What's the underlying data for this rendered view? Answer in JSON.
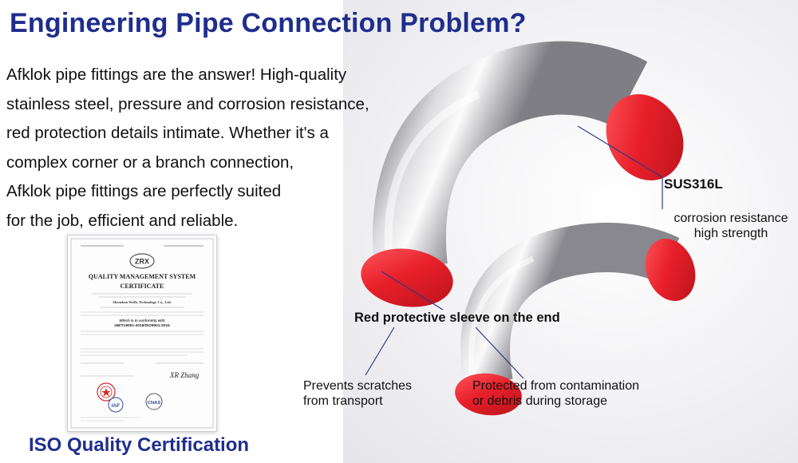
{
  "title": "Engineering Pipe Connection Problem?",
  "intro_lines": [
    "Afklok pipe fittings are the answer! High-quality",
    "stainless steel, pressure and corrosion resistance,",
    "red protection details intimate. Whether it's a",
    "complex corner or a branch connection,",
    "Afklok pipe fittings are perfectly suited",
    "for the job, efficient and reliable."
  ],
  "certificate": {
    "logo": "ZRX",
    "heading_line1": "QUALITY MANAGEMENT SYSTEM",
    "heading_line2": "CERTIFICATE",
    "company": "Shenzhen Wofly Technology Co., Ltd.",
    "conformity": "Which is in conformity with",
    "standard": "GB/T19001-2016/ISO9001:2015",
    "badge_left": "IAF",
    "badge_right": "CNAS",
    "signature": "XR Zhang",
    "caption": "ISO Quality Certification"
  },
  "callouts": {
    "material": "SUS316L",
    "material_props_1": "corrosion resistance",
    "material_props_2": "high strength",
    "sleeve": "Red protective sleeve on the end",
    "scratch_1": "Prevents scratches",
    "scratch_2": "from transport",
    "storage_1": "Protected from contamination",
    "storage_2": "or debris during storage"
  },
  "colors": {
    "title": "#1f2e8c",
    "steel_light": "#f2f2f2",
    "steel_dark": "#8a8a8e",
    "cap_red": "#e8202a",
    "leader_line": "#2a3a8c"
  }
}
